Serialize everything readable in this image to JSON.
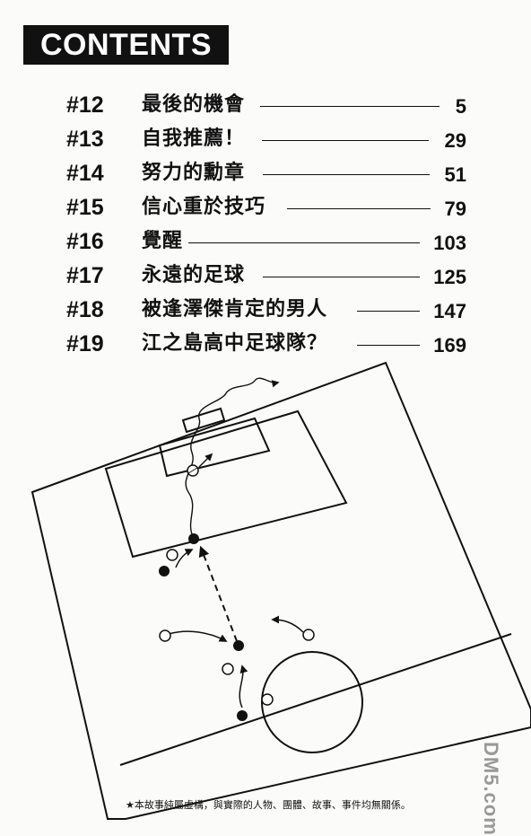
{
  "header": {
    "title": "CONTENTS"
  },
  "toc": [
    {
      "num": "#12",
      "title": "最後的機會",
      "page": "5"
    },
    {
      "num": "#13",
      "title": "自我推薦！",
      "page": "29"
    },
    {
      "num": "#14",
      "title": "努力的勳章",
      "page": "51"
    },
    {
      "num": "#15",
      "title": "信心重於技巧",
      "page": "79"
    },
    {
      "num": "#16",
      "title": "覺醒",
      "page": "103"
    },
    {
      "num": "#17",
      "title": "永遠的足球",
      "page": "125"
    },
    {
      "num": "#18",
      "title": "被逢澤傑肯定的男人",
      "page": "147"
    },
    {
      "num": "#19",
      "title": "江之島高中足球隊？",
      "page": "169"
    }
  ],
  "footnote": "★本故事純屬虛構，與實際的人物、團體、故事、事件均無關係。",
  "watermark": "DM5.com"
}
